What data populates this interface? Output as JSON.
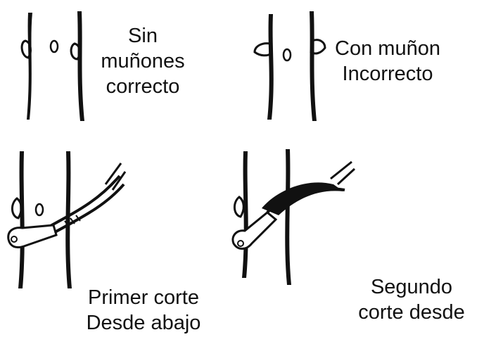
{
  "panels": [
    {
      "id": "sin-munones",
      "caption_lines": [
        "Sin",
        "muñones",
        "correcto"
      ],
      "icon": "branch-pruned-flush-illustration"
    },
    {
      "id": "con-munon",
      "caption_lines": [
        "Con muñon",
        "Incorrecto"
      ],
      "icon": "branch-stub-illustration"
    },
    {
      "id": "primer-corte",
      "caption_lines": [
        "Primer corte",
        "Desde abajo"
      ],
      "icon": "saw-first-cut-illustration"
    },
    {
      "id": "segundo-corte",
      "caption_lines": [
        "Segundo",
        "corte desde"
      ],
      "icon": "saw-second-cut-illustration"
    }
  ]
}
